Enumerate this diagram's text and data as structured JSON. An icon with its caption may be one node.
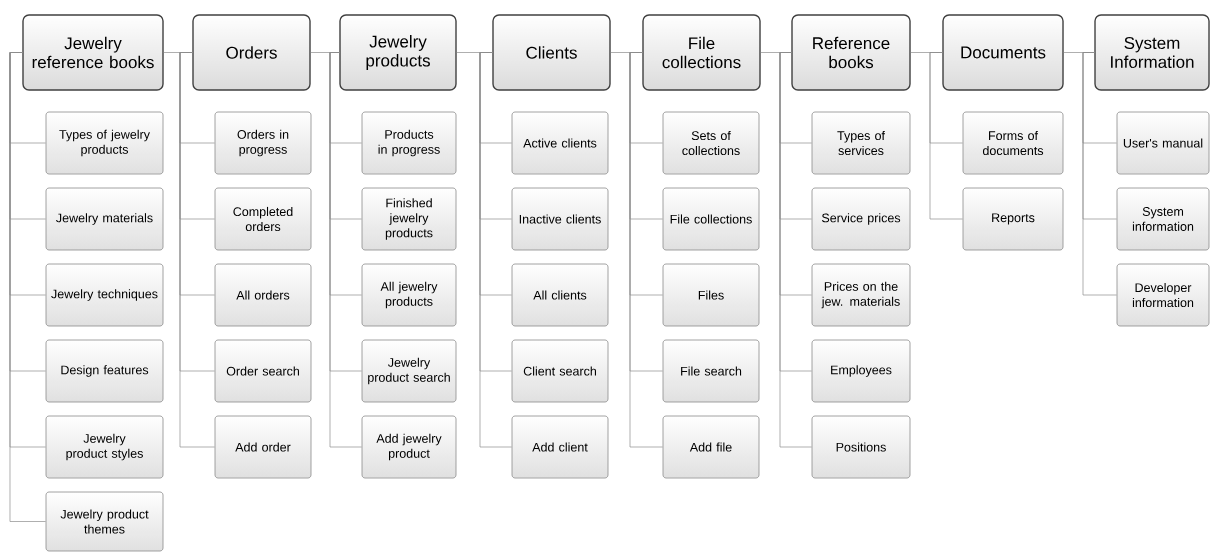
{
  "diagram": {
    "nodes": [
      {
        "text": [
          "Jewelry reference books"
        ]
      },
      {
        "text": [
          "Types of jewelry products"
        ]
      },
      {
        "text": [
          "Jewelry materials"
        ]
      },
      {
        "text": [
          "Jewelry techniques"
        ]
      },
      {
        "text": [
          "Design features"
        ]
      },
      {
        "text": [
          "Jewelry product styles"
        ]
      },
      {
        "text": [
          "Jewelry product themes"
        ]
      },
      {
        "text": [
          "Orders"
        ]
      },
      {
        "text": [
          "Orders in progress"
        ]
      },
      {
        "text": [
          "Completed orders"
        ]
      },
      {
        "text": [
          "All orders"
        ]
      },
      {
        "text": [
          "Order search"
        ]
      },
      {
        "text": [
          "Add order"
        ]
      },
      {
        "text": [
          "Jewelry products"
        ]
      },
      {
        "text": [
          "Products in progress"
        ]
      },
      {
        "text": [
          "Finished jewelry products"
        ]
      },
      {
        "text": [
          "All jewelry products"
        ]
      },
      {
        "text": [
          "Jewelry product search"
        ]
      },
      {
        "text": [
          "Add jewelry product"
        ]
      },
      {
        "text": [
          "Clients"
        ]
      },
      {
        "text": [
          "Active clients"
        ]
      },
      {
        "text": [
          "Inactive clients"
        ]
      },
      {
        "text": [
          "All clients"
        ]
      },
      {
        "text": [
          "Client search"
        ]
      },
      {
        "text": [
          "Add client"
        ]
      },
      {
        "text": [
          "File collections"
        ]
      },
      {
        "text": [
          "Sets of collections"
        ]
      },
      {
        "text": [
          "File collections"
        ]
      },
      {
        "text": [
          "Files"
        ]
      },
      {
        "text": [
          "File search"
        ]
      },
      {
        "text": [
          "Add file"
        ]
      },
      {
        "text": [
          "Reference books"
        ]
      },
      {
        "text": [
          "Types of services"
        ]
      },
      {
        "text": [
          "Service prices"
        ]
      },
      {
        "text": [
          "Prices on the jew. materials"
        ]
      },
      {
        "text": [
          "Employees"
        ]
      },
      {
        "text": [
          "Positions"
        ]
      },
      {
        "text": [
          "Documents"
        ]
      },
      {
        "text": [
          "Forms of documents"
        ]
      },
      {
        "text": [
          "Reports"
        ]
      },
      {
        "text": [
          "System Information"
        ]
      },
      {
        "text": [
          "User's manual"
        ]
      },
      {
        "text": [
          "System information"
        ]
      },
      {
        "text": [
          "Developer information"
        ]
      }
    ],
    "edges": [
      {
        "from": 0,
        "to": 7,
        "arrow": "none"
      },
      {
        "from": 7,
        "to": 13,
        "arrow": "none"
      },
      {
        "from": 13,
        "to": 19,
        "arrow": "none"
      },
      {
        "from": 19,
        "to": 25,
        "arrow": "none"
      },
      {
        "from": 25,
        "to": 31,
        "arrow": "none"
      },
      {
        "from": 31,
        "to": 37,
        "arrow": "none"
      },
      {
        "from": 37,
        "to": 40,
        "arrow": "none"
      },
      {
        "from": 0,
        "to": 1,
        "arrow": "none"
      },
      {
        "from": 0,
        "to": 2,
        "arrow": "none"
      },
      {
        "from": 0,
        "to": 3,
        "arrow": "none"
      },
      {
        "from": 0,
        "to": 4,
        "arrow": "none"
      },
      {
        "from": 0,
        "to": 5,
        "arrow": "none"
      },
      {
        "from": 0,
        "to": 6,
        "arrow": "none"
      },
      {
        "from": 7,
        "to": 8,
        "arrow": "none"
      },
      {
        "from": 7,
        "to": 9,
        "arrow": "none"
      },
      {
        "from": 7,
        "to": 10,
        "arrow": "none"
      },
      {
        "from": 7,
        "to": 11,
        "arrow": "none"
      },
      {
        "from": 7,
        "to": 12,
        "arrow": "none"
      },
      {
        "from": 13,
        "to": 14,
        "arrow": "none"
      },
      {
        "from": 13,
        "to": 15,
        "arrow": "none"
      },
      {
        "from": 13,
        "to": 16,
        "arrow": "none"
      },
      {
        "from": 13,
        "to": 17,
        "arrow": "none"
      },
      {
        "from": 13,
        "to": 18,
        "arrow": "none"
      },
      {
        "from": 19,
        "to": 20,
        "arrow": "none"
      },
      {
        "from": 19,
        "to": 21,
        "arrow": "none"
      },
      {
        "from": 19,
        "to": 22,
        "arrow": "none"
      },
      {
        "from": 19,
        "to": 23,
        "arrow": "none"
      },
      {
        "from": 19,
        "to": 24,
        "arrow": "none"
      },
      {
        "from": 25,
        "to": 26,
        "arrow": "none"
      },
      {
        "from": 25,
        "to": 27,
        "arrow": "none"
      },
      {
        "from": 25,
        "to": 28,
        "arrow": "none"
      },
      {
        "from": 25,
        "to": 29,
        "arrow": "none"
      },
      {
        "from": 25,
        "to": 30,
        "arrow": "none"
      },
      {
        "from": 31,
        "to": 32,
        "arrow": "none"
      },
      {
        "from": 31,
        "to": 33,
        "arrow": "none"
      },
      {
        "from": 31,
        "to": 34,
        "arrow": "none"
      },
      {
        "from": 31,
        "to": 35,
        "arrow": "none"
      },
      {
        "from": 31,
        "to": 36,
        "arrow": "none"
      },
      {
        "from": 37,
        "to": 38,
        "arrow": "none"
      },
      {
        "from": 37,
        "to": 39,
        "arrow": "none"
      },
      {
        "from": 40,
        "to": 41,
        "arrow": "none"
      },
      {
        "from": 40,
        "to": 42,
        "arrow": "none"
      },
      {
        "from": 40,
        "to": 43,
        "arrow": "none"
      }
    ]
  }
}
